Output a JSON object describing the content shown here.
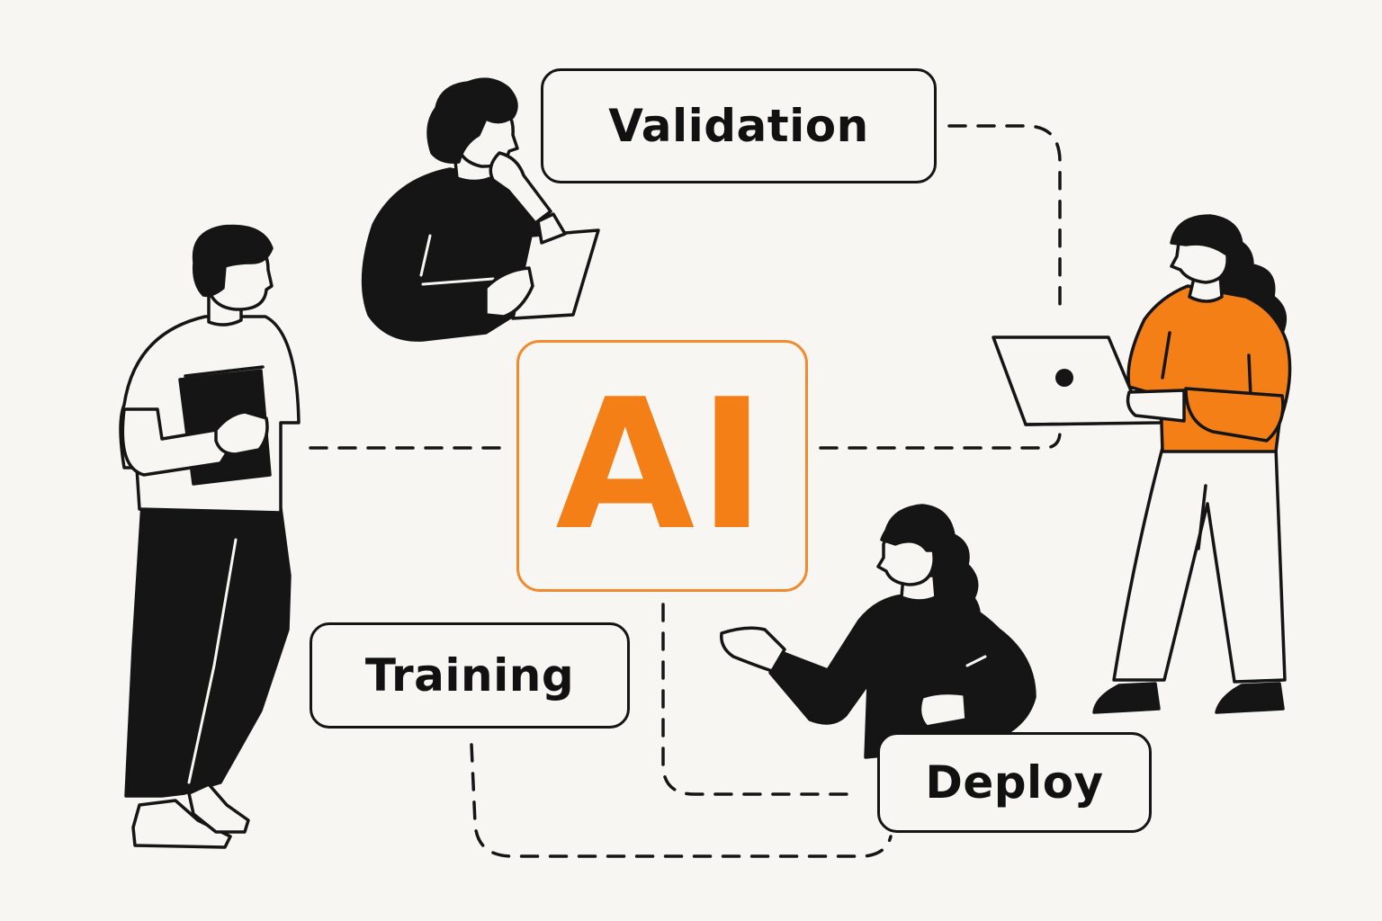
{
  "diagram": {
    "center": {
      "label": "AI"
    },
    "nodes": [
      {
        "id": "validation",
        "label": "Validation"
      },
      {
        "id": "training",
        "label": "Training"
      },
      {
        "id": "deploy",
        "label": "Deploy"
      }
    ]
  },
  "colors": {
    "accent": "#f57f17",
    "ink": "#151515",
    "background": "#f7f6f3"
  }
}
